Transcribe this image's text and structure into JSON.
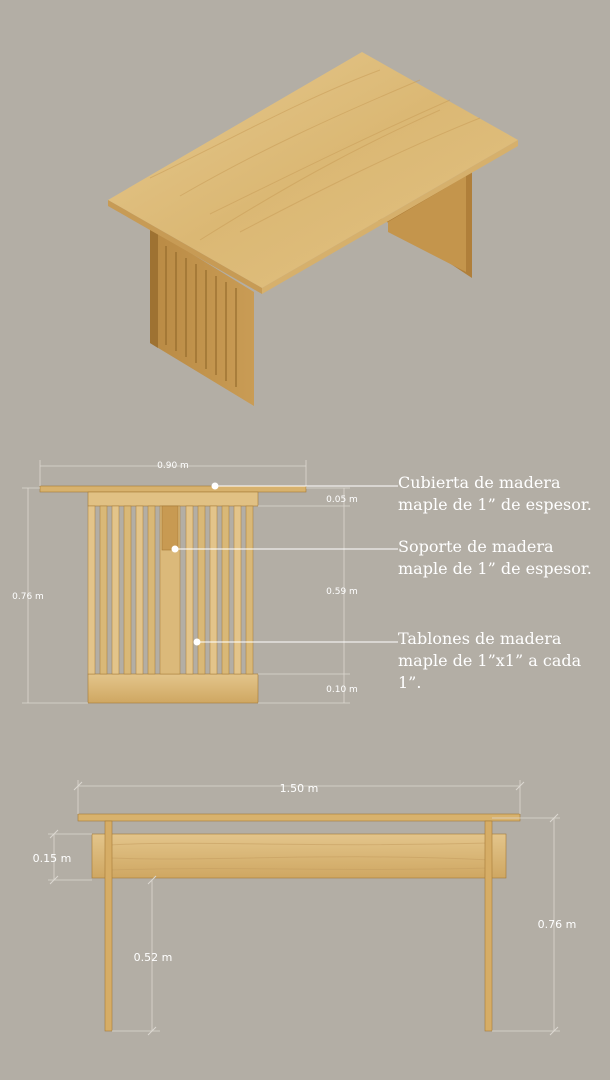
{
  "colors": {
    "background": "#b3aea5",
    "wood_light": "#e2c487",
    "wood_mid": "#d2aa64",
    "wood_dark": "#b8893f",
    "annotation": "#ffffff",
    "dim_line": "#d7d3cc"
  },
  "front_view": {
    "width_label": "0.90 m",
    "total_height_label": "0.76 m",
    "top_thickness_label": "0.05 m",
    "slat_height_label": "0.59 m",
    "base_height_label": "0.10 m"
  },
  "callouts": [
    {
      "line1": "Cubierta de madera",
      "line2": "maple de 1” de espesor."
    },
    {
      "line1": "Soporte de madera",
      "line2": "maple de 1” de espesor."
    },
    {
      "line1": "Tablones de madera",
      "line2": "maple de 1”x1” a cada",
      "line3": "1”."
    }
  ],
  "side_view": {
    "length_label": "1.50 m",
    "apron_height_label": "0.15 m",
    "clearance_label": "0.52 m",
    "total_height_label": "0.76 m"
  }
}
